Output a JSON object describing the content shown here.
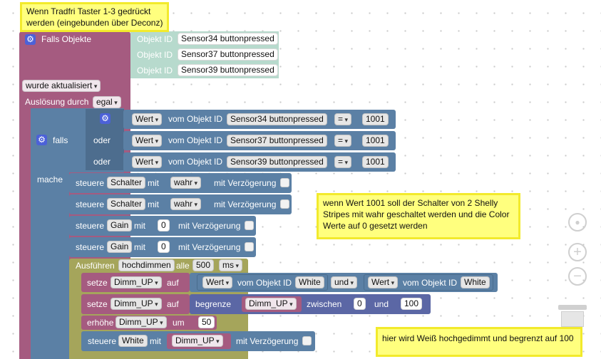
{
  "notes": {
    "top": [
      "Wenn Tradfri Taster 1-3 gedrückt",
      "werden (eingebunden über Deconz)"
    ],
    "middle": [
      "wenn Wert 1001 soll der Schalter von 2 Shelly",
      "Stripes mit wahr geschaltet werden und die Color",
      "Werte auf 0 gesetzt werden"
    ],
    "bottom": "hier wird Weiß hochgedimmt und begrenzt auf 100"
  },
  "trigger": {
    "label": "Falls Objekte",
    "object_id_label": "Objekt ID",
    "objects": [
      "Sensor34 buttonpressed",
      "Sensor37 buttonpressed",
      "Sensor39 buttonpressed"
    ],
    "updated": "wurde aktualisiert",
    "ausloesung": "Auslösung durch",
    "ausloesung_value": "egal"
  },
  "if_block": {
    "falls": "falls",
    "mache": "mache",
    "oder": "oder",
    "value_label": "Wert",
    "from_object": "vom Objekt ID",
    "operator": "=",
    "conditions": [
      {
        "object": "Sensor34 buttonpressed",
        "value": "1001"
      },
      {
        "object": "Sensor37 buttonpressed",
        "value": "1001"
      },
      {
        "object": "Sensor39 buttonpressed",
        "value": "1001"
      }
    ]
  },
  "controls": {
    "steuere": "steuere",
    "mit": "mit",
    "delay": "mit Verzögerung",
    "schalter": "Schalter",
    "wahr": "wahr",
    "gain": "Gain",
    "zero": "0"
  },
  "interval": {
    "run": "Ausführen",
    "name": "hochdimmen",
    "alle": "alle",
    "ms_value": "500",
    "unit": "ms",
    "setze": "setze",
    "auf": "auf",
    "var": "Dimm_UP",
    "white": "White",
    "und": "und",
    "begrenze": "begrenze",
    "zwischen": "zwischen",
    "min": "0",
    "max": "100",
    "erhoehe": "erhöhe",
    "um": "um",
    "step": "50"
  },
  "workspace": {
    "target_icon": "target-icon",
    "zoom_in_icon": "zoom-in-icon",
    "zoom_out_icon": "zoom-out-icon",
    "trash_icon": "trash-icon"
  },
  "colors": {
    "trigger": "#a55b80",
    "object_block": "#b7dacd",
    "logic": "#5b80a5",
    "timer": "#a5a55b",
    "variable": "#a55b80",
    "math": "#5b67a5",
    "note": "#ffff7e"
  }
}
